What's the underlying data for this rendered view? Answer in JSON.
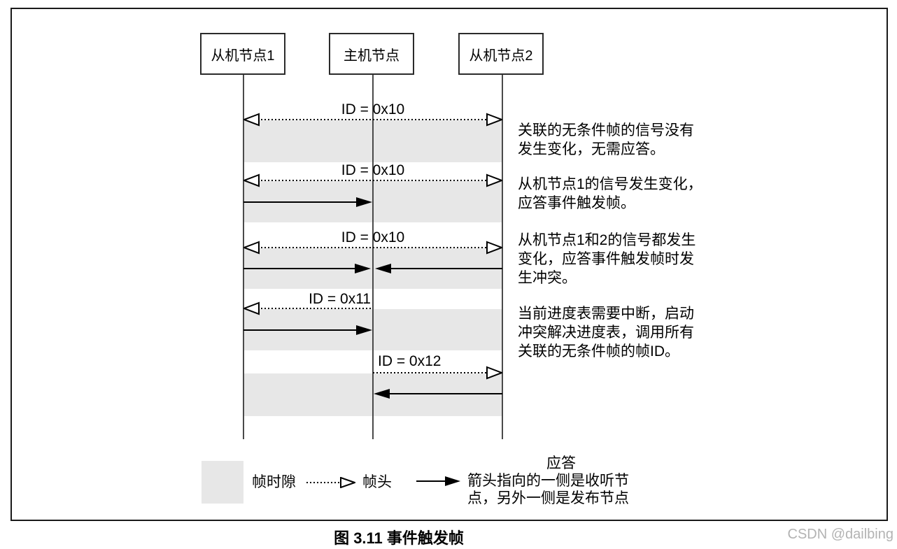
{
  "nodes": [
    {
      "label": "从机节点1"
    },
    {
      "label": "主机节点"
    },
    {
      "label": "从机节点2"
    }
  ],
  "frames": [
    {
      "id_label": "ID = 0x10"
    },
    {
      "id_label": "ID = 0x10"
    },
    {
      "id_label": "ID = 0x10"
    },
    {
      "id_label": "ID = 0x11"
    },
    {
      "id_label": "ID = 0x12"
    }
  ],
  "annotations": [
    {
      "lines": [
        "关联的无条件帧的信号没有",
        "发生变化，无需应答。"
      ]
    },
    {
      "lines": [
        "从机节点1的信号发生变化，",
        "应答事件触发帧。"
      ]
    },
    {
      "lines": [
        "从机节点1和2的信号都发生",
        "变化，应答事件触发帧时发",
        "生冲突。"
      ]
    },
    {
      "lines": [
        "当前进度表需要中断，启动",
        "冲突解决进度表，调用所有",
        "关联的无条件帧的帧ID。"
      ]
    }
  ],
  "legend": {
    "frame_slot_label": "帧时隙",
    "frame_header_label": "帧头",
    "response_title": "应答",
    "response_line1": "箭头指向的一侧是收听节",
    "response_line2": "点，另外一侧是发布节点"
  },
  "caption": "图 3.11 事件触发帧",
  "watermark": "CSDN @dailbing",
  "colors": {
    "band": "#e7e7e7",
    "line": "#000000",
    "watermark": "#b3b3b3"
  }
}
